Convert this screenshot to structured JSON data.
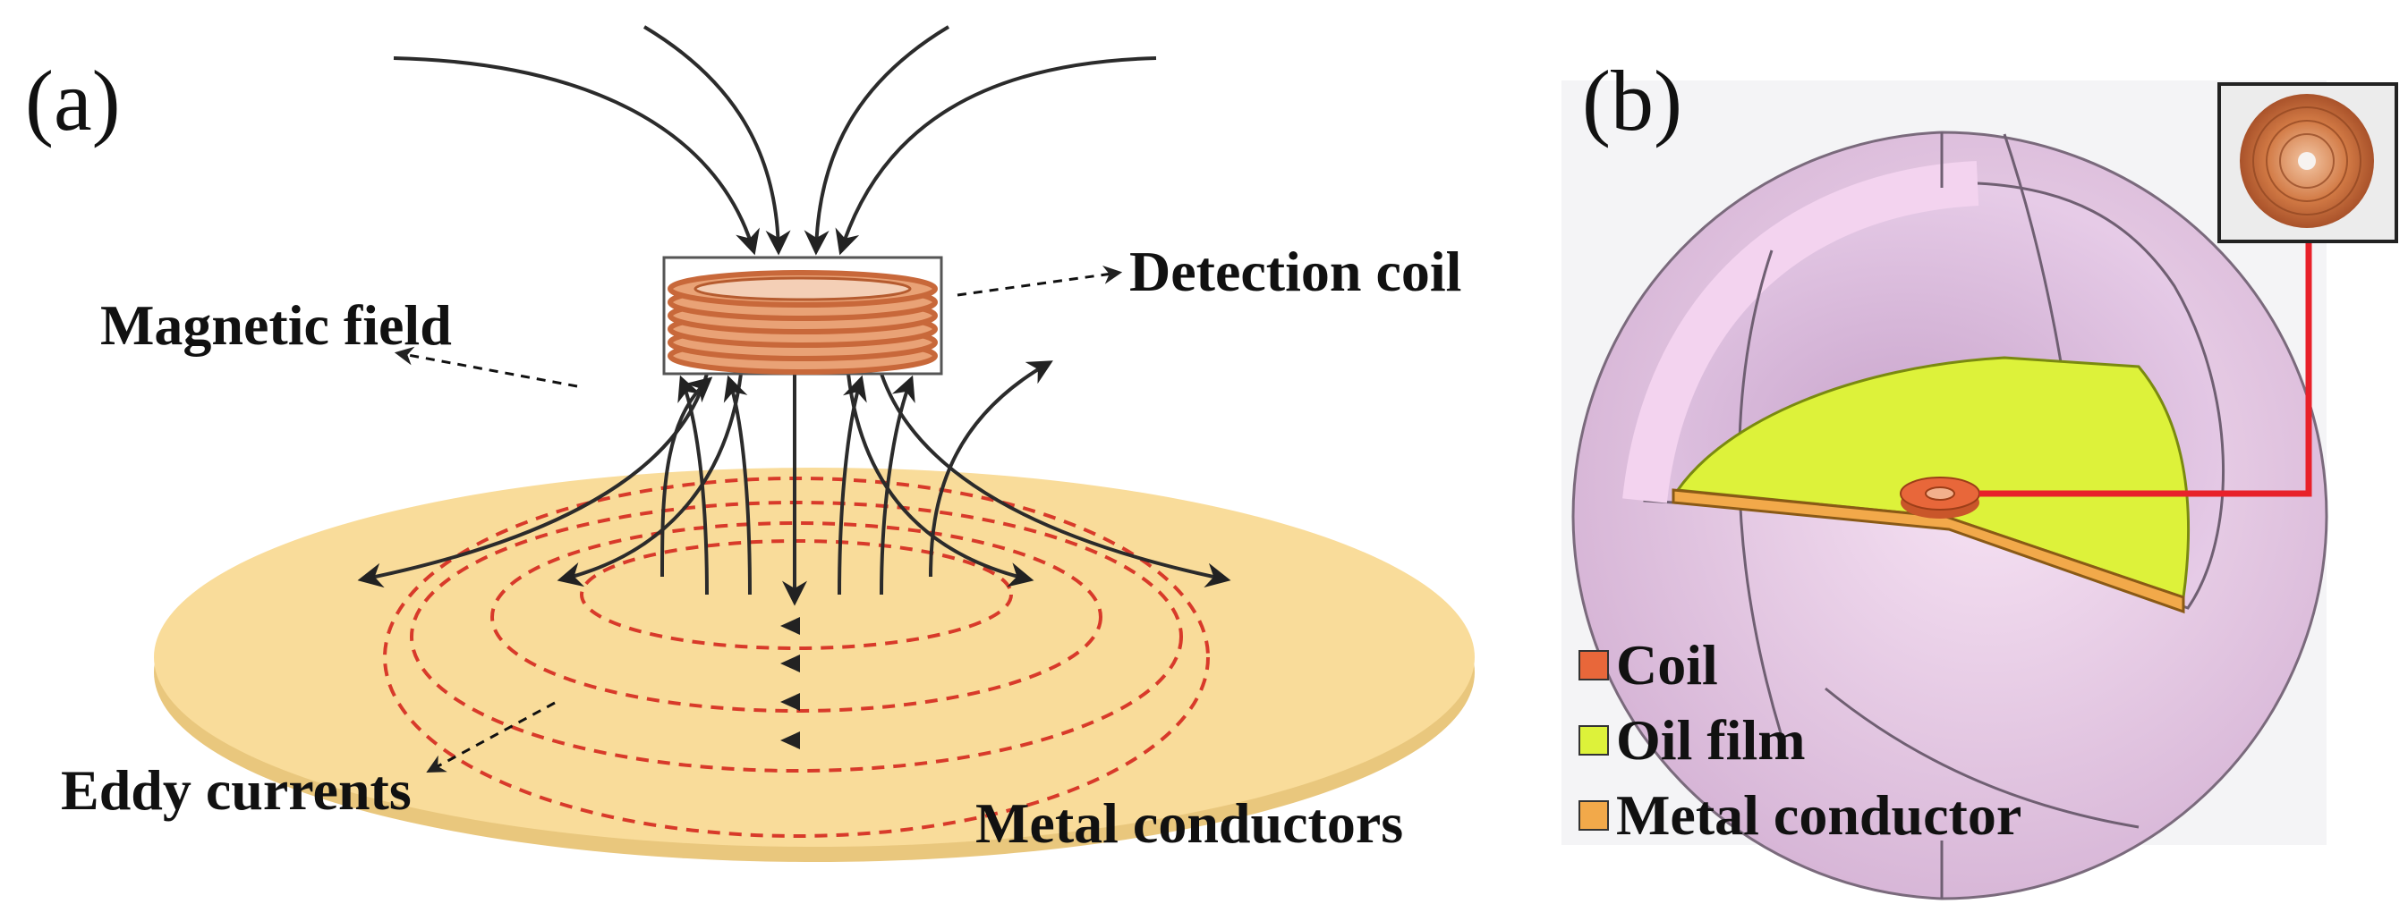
{
  "panels": {
    "a": {
      "letter": "(a)",
      "labels": {
        "detection_coil": "Detection coil",
        "magnetic_field": "Magnetic field",
        "eddy_currents": "Eddy currents",
        "metal_conductors": "Metal conductors"
      }
    },
    "b": {
      "letter": "(b)",
      "legend": [
        {
          "label": "Coil",
          "color": "#e8673a"
        },
        {
          "label": "Oil film",
          "color": "#ddf23a"
        },
        {
          "label": "Metal conductor",
          "color": "#f2a94a"
        }
      ]
    }
  },
  "colors": {
    "plate": "#f9dc9a",
    "plate_edge": "#e9c77d",
    "eddy": "#d83a2a",
    "field": "#2b2b2b",
    "sphere": "#f3d3ef",
    "sphere_inner": "#d9b2dc",
    "pointer": "#e8212a",
    "coil_copper": "#c8683a"
  }
}
